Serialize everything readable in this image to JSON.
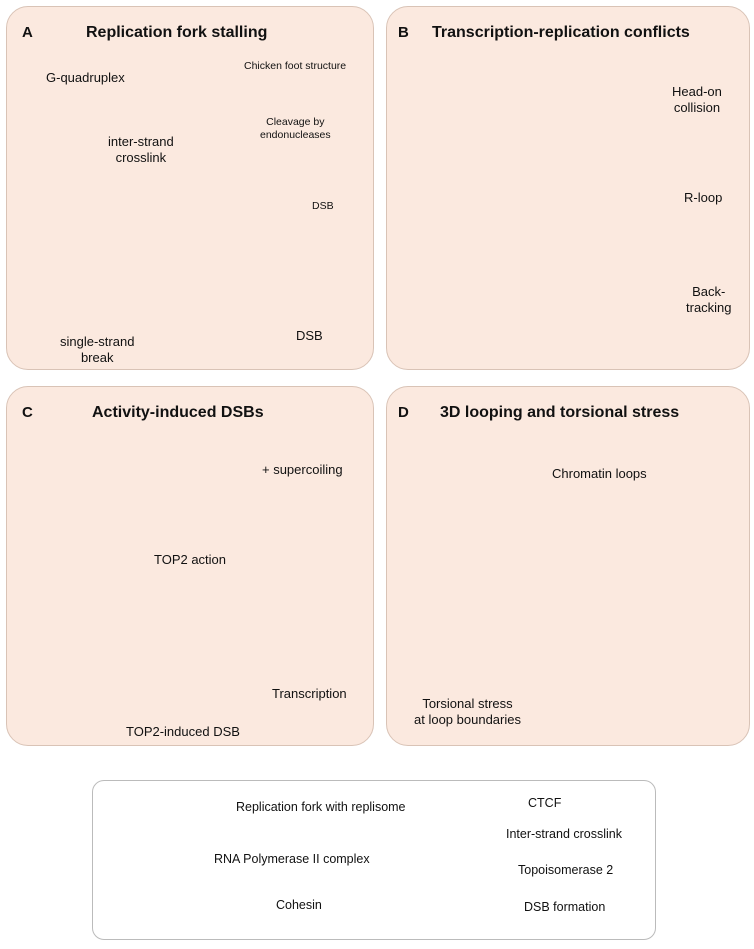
{
  "panels": {
    "a": {
      "letter": "A",
      "title": "Replication fork stalling",
      "g_quadruplex": "G-quadruplex",
      "crosslink": "inter-strand\ncrosslink",
      "chicken_foot": "Chicken foot structure",
      "cleavage": "Cleavage by\nendonucleases",
      "dsb1": "DSB",
      "ssb": "single-strand\nbreak",
      "dsb2": "DSB"
    },
    "b": {
      "letter": "B",
      "title": "Transcription-replication conflicts",
      "head_on": "Head-on\ncollision",
      "r_loop": "R-loop",
      "backtracking": "Back-\ntracking"
    },
    "c": {
      "letter": "C",
      "title": "Activity-induced DSBs",
      "supercoiling": "+ supercoiling",
      "top2_action": "TOP2 action",
      "transcription": "Transcription",
      "top2_dsb": "TOP2-induced DSB"
    },
    "d": {
      "letter": "D",
      "title": "3D looping and torsional stress",
      "chromatin_loops": "Chromatin loops",
      "torsional": "Torsional stress\nat loop boundaries"
    }
  },
  "legend": {
    "fork": "Replication fork with replisome",
    "ctcf": "CTCF",
    "crosslink": "Inter-strand crosslink",
    "polymerase": "RNA Polymerase II complex",
    "topo": "Topoisomerase 2",
    "cohesin": "Cohesin",
    "dsb": "DSB formation"
  },
  "colors": {
    "panel_bg": "#fbe9df",
    "replisome": "#b3a3d6",
    "helicase": "#ee9a7a",
    "polymerase": "#3fb57a",
    "ctcf": "#2a63b5",
    "cohesin": "#10795a",
    "topo": "#e5506a",
    "crosslink": "#e01818",
    "dsb": "#f7a6a6",
    "g4": "#9fc87d"
  }
}
